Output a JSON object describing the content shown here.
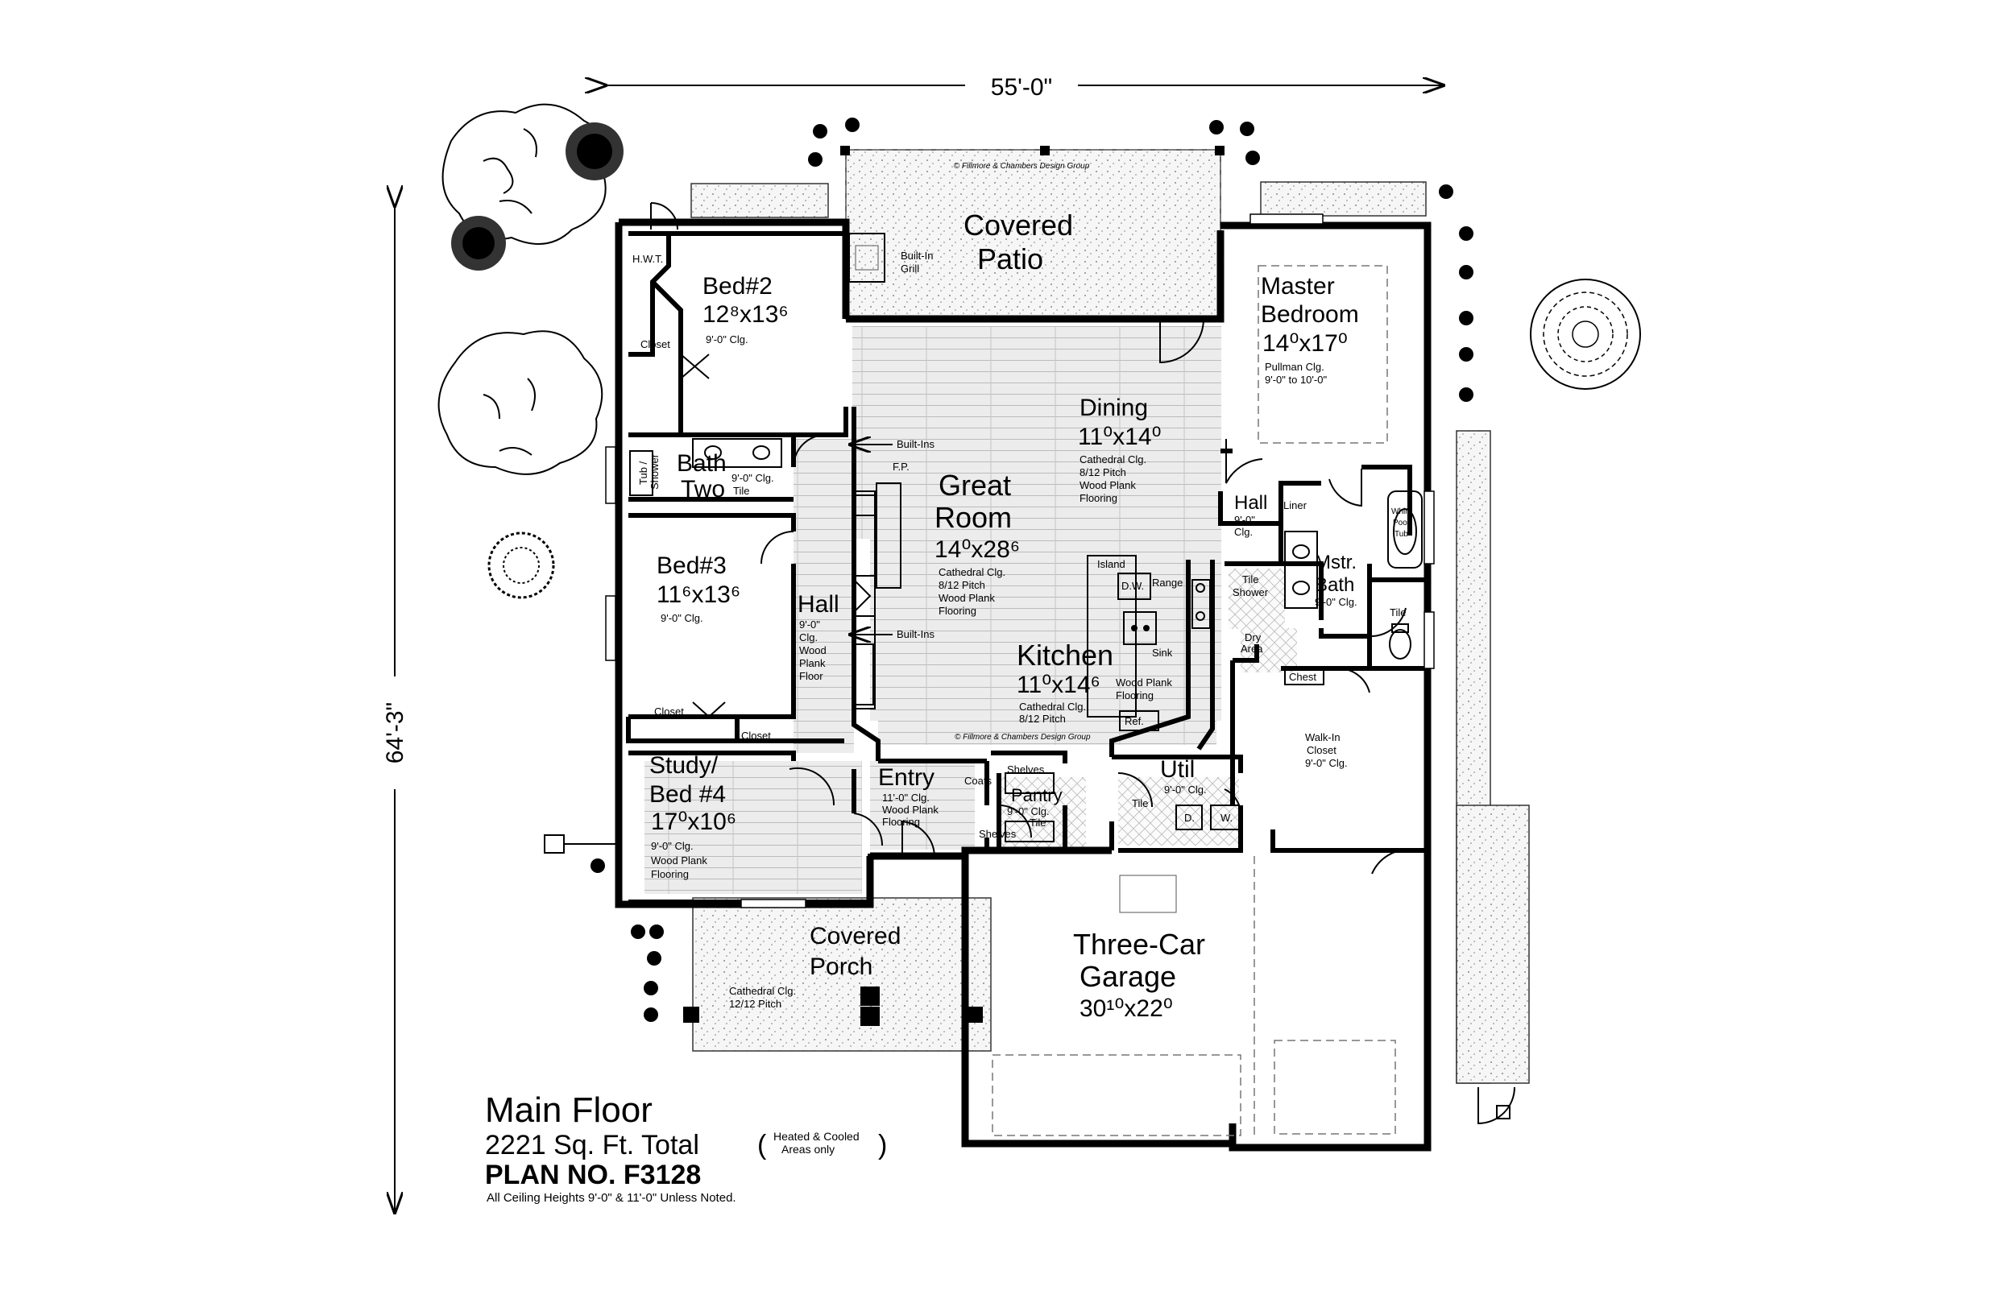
{
  "plan": {
    "dimensions": {
      "width": "55'-0\"",
      "depth": "64'-3\""
    },
    "watermarks": {
      "patio": "© Fillmore & Chambers Design Group",
      "kitchen": "© Fillmore & Chambers Design Group"
    },
    "rooms": {
      "covered_patio": {
        "name_l1": "Covered",
        "name_l2": "Patio"
      },
      "built_in_grill": {
        "l1": "Built-In",
        "l2": "Grill"
      },
      "hwt": "H.W.T.",
      "bed2": {
        "name": "Bed#2",
        "size": "12⁸x13⁶",
        "ceiling": "9'-0\" Clg."
      },
      "bed2_closet": "Closet",
      "bath_two": {
        "name_l1": "Bath",
        "name_l2": "Two",
        "ceiling": "9'-0\" Clg.",
        "floor": "Tile"
      },
      "tub_shower": {
        "l1": "Tub /",
        "l2": "Shower"
      },
      "bed3": {
        "name": "Bed#3",
        "size": "11⁶x13⁶",
        "ceiling": "9'-0\" Clg."
      },
      "bed3_closet": "Closet",
      "hall_left": {
        "name": "Hall",
        "l1": "9'-0\"",
        "l2": "Clg.",
        "l3": "Wood",
        "l4": "Plank",
        "l5": "Floor"
      },
      "hall_closet": "Closet",
      "study": {
        "name_l1": "Study/",
        "name_l2": "Bed #4",
        "size": "17⁰x10⁶",
        "ceiling": "9'-0\" Clg.",
        "floor_l1": "Wood Plank",
        "floor_l2": "Flooring"
      },
      "great_room": {
        "name_l1": "Great",
        "name_l2": "Room",
        "size": "14⁰x28⁶",
        "l1": "Cathedral Clg.",
        "l2": "8/12 Pitch",
        "l3": "Wood Plank",
        "l4": "Flooring"
      },
      "built_ins_top": "Built-Ins",
      "built_ins_bottom": "Built-Ins",
      "fireplace": "F.P.",
      "dining": {
        "name": "Dining",
        "size": "11⁰x14⁰",
        "l1": "Cathedral Clg.",
        "l2": "8/12 Pitch",
        "l3": "Wood Plank",
        "l4": "Flooring"
      },
      "kitchen": {
        "name": "Kitchen",
        "size": "11⁰x14⁶",
        "l1": "Cathedral Clg.",
        "l2": "8/12 Pitch",
        "floor_l1": "Wood Plank",
        "floor_l2": "Flooring"
      },
      "island": "Island",
      "dw": "D.W.",
      "range": "Range",
      "sink": "Sink",
      "ref": "Ref.",
      "entry": {
        "name": "Entry",
        "l1": "11'-0\" Clg.",
        "l2": "Wood Plank",
        "l3": "Flooring"
      },
      "coats": "Coats",
      "pantry": {
        "name": "Pantry",
        "l1": "9'-0\" Clg.",
        "l2": "Tile",
        "shelves_top": "Shelves",
        "shelves_bottom": "Shelves"
      },
      "util": {
        "name": "Util",
        "ceiling": "9'-0\" Clg.",
        "floor": "Tile",
        "dryer": "D.",
        "washer": "W."
      },
      "master_bedroom": {
        "name_l1": "Master",
        "name_l2": "Bedroom",
        "size": "14⁰x17⁰",
        "l1": "Pullman Clg.",
        "l2": "9'-0\" to 10'-0\""
      },
      "hall_right": {
        "name": "Hall",
        "l1": "9'-0\"",
        "l2": "Clg."
      },
      "liner": "Liner",
      "mstr_bath": {
        "name_l1": "Mstr.",
        "name_l2": "Bath",
        "ceiling": "9'-0\" Clg."
      },
      "whirlpool": {
        "l1": "Whirl-",
        "l2": "Pool",
        "l3": "Tub"
      },
      "tile_shower": {
        "l1": "Tile",
        "l2": "Shower"
      },
      "tile": "Tile",
      "dry_area": {
        "l1": "Dry",
        "l2": "Area"
      },
      "chest": "Chest",
      "walk_in": {
        "l1": "Walk-In",
        "l2": "Closet",
        "l3": "9'-0\" Clg."
      },
      "covered_porch": {
        "name_l1": "Covered",
        "name_l2": "Porch",
        "l1": "Cathedral Clg.",
        "l2": "12/12 Pitch"
      },
      "garage": {
        "name_l1": "Three-Car",
        "name_l2": "Garage",
        "size": "30¹⁰x22⁰"
      }
    }
  },
  "title_block": {
    "title": "Main Floor",
    "area": "2221 Sq. Ft. Total",
    "area_note_open": "(",
    "area_note_l1": "Heated & Cooled",
    "area_note_l2": "Areas only",
    "area_note_close": ")",
    "plan_no": "PLAN NO. F3128",
    "note": "All Ceiling Heights 9'-0\" & 11'-0\" Unless Noted."
  }
}
